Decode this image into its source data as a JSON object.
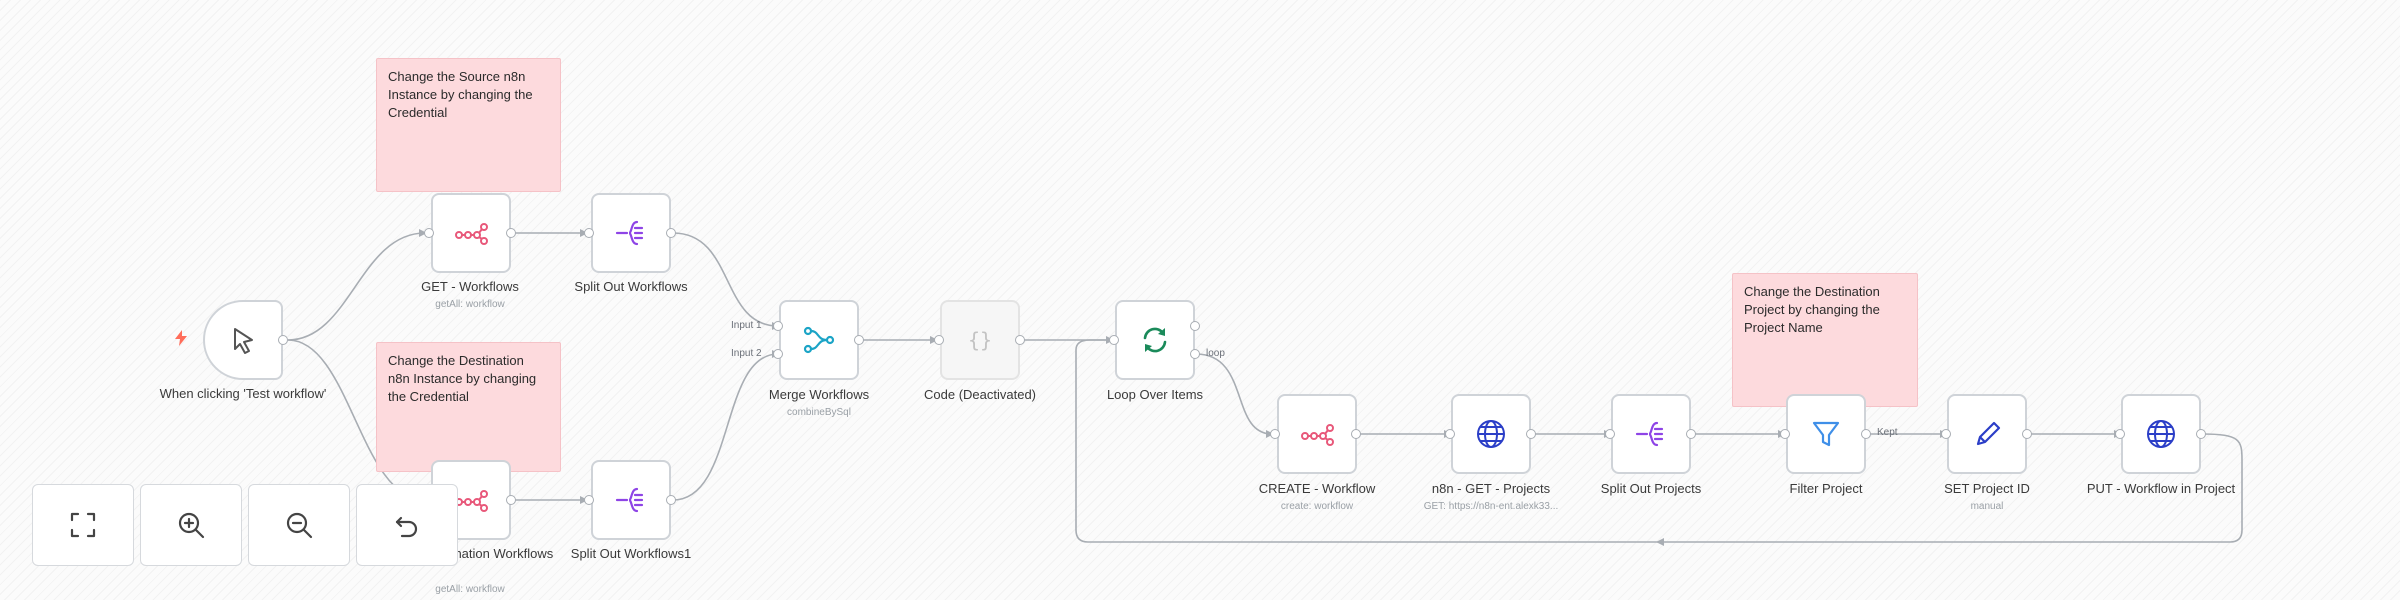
{
  "notes": {
    "source": "Change the Source n8n Instance by changing the Credential",
    "destination": "Change the Destination n8n Instance by changing the Credential",
    "dest_project": "Change the Destination Project by changing the Project Name"
  },
  "nodes": {
    "trigger": {
      "label": "When clicking 'Test workflow'",
      "icon": "cursor-icon"
    },
    "get_workflows": {
      "label": "GET - Workflows",
      "sub": "getAll: workflow",
      "icon": "n8n-icon"
    },
    "split_out_workflows": {
      "label": "Split Out Workflows",
      "icon": "split-out-icon"
    },
    "get_dest_workflows": {
      "label": "GET - Destination Workflows",
      "sub": "getAll: workflow",
      "icon": "n8n-icon"
    },
    "split_out_workflows1": {
      "label": "Split Out Workflows1",
      "icon": "split-out-icon"
    },
    "merge": {
      "label": "Merge Workflows",
      "sub": "combineBySql",
      "input1": "Input 1",
      "input2": "Input 2",
      "icon": "merge-icon"
    },
    "code": {
      "label": "Code (Deactivated)",
      "icon": "code-braces-icon"
    },
    "loop": {
      "label": "Loop Over Items",
      "port_loop": "loop",
      "icon": "loop-icon"
    },
    "create": {
      "label": "CREATE - Workflow",
      "sub": "create: workflow",
      "icon": "n8n-icon"
    },
    "get_projects": {
      "label": "n8n - GET - Projects",
      "sub": "GET: https://n8n-ent.alexk33...",
      "icon": "globe-icon"
    },
    "split_projects": {
      "label": "Split Out Projects",
      "icon": "split-out-icon"
    },
    "filter": {
      "label": "Filter Project",
      "port_kept": "Kept",
      "icon": "filter-icon"
    },
    "set_id": {
      "label": "SET Project ID",
      "sub": "manual",
      "icon": "pen-icon"
    },
    "put": {
      "label": "PUT - Workflow in Project",
      "icon": "globe-icon"
    }
  },
  "toolbar": {
    "fit": "fit-view-icon",
    "zoom_in": "zoom-in-icon",
    "zoom_out": "zoom-out-icon",
    "reset": "reset-zoom-icon"
  },
  "colors": {
    "sticky": "#fddadd",
    "n8n": "#e8587a",
    "split": "#8e44e6",
    "merge": "#1ba4c6",
    "loop": "#1a8a5a",
    "globe": "#2b3ec7",
    "filter": "#3f8fe8",
    "pen": "#2b3ec7",
    "edge": "#a8adb3"
  }
}
